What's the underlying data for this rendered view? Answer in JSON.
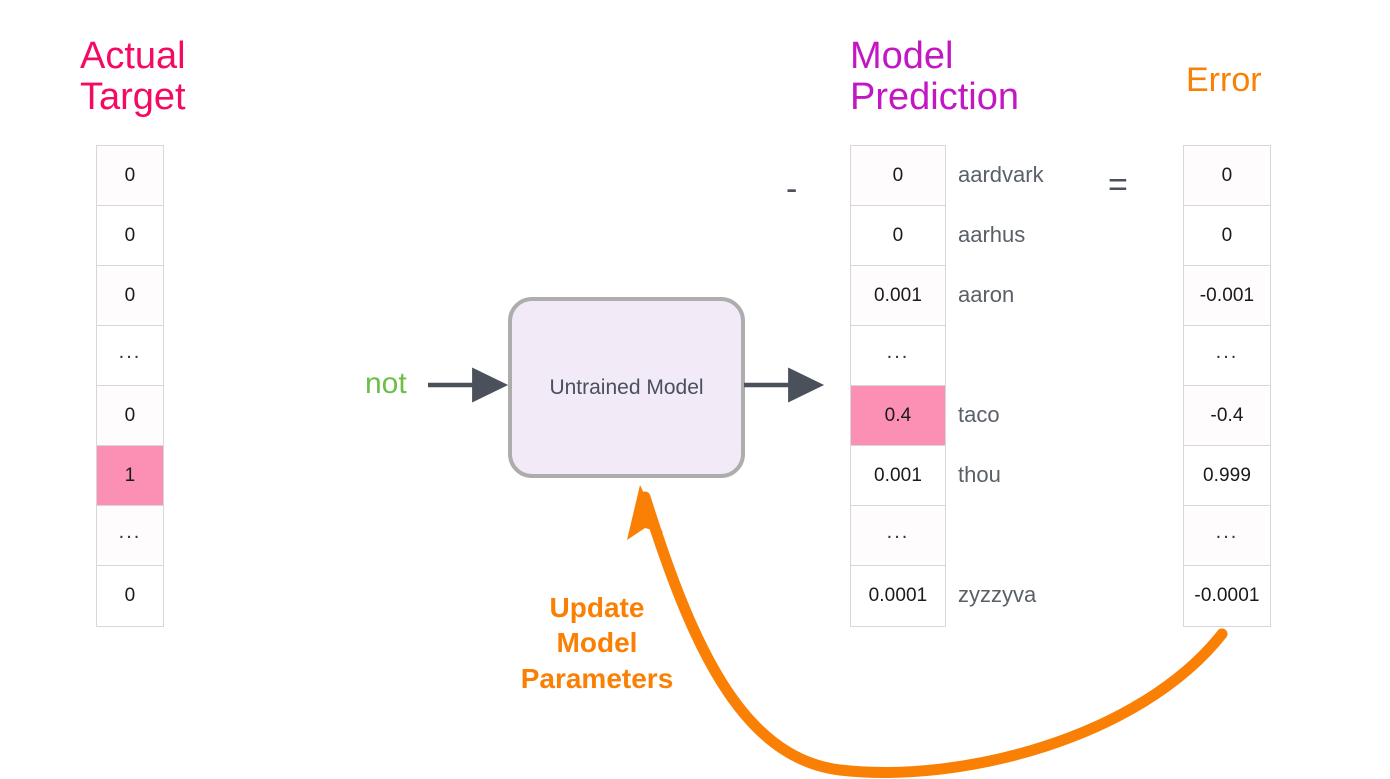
{
  "headers": {
    "actual_target": "Actual\nTarget",
    "model_prediction": "Model\nPrediction",
    "error": "Error"
  },
  "colors": {
    "actual_target": "#F50A63",
    "model_prediction": "#C317C3",
    "error": "#FA8005",
    "highlight_pink": "#FB8FB4",
    "input_word_green": "#6CBE45",
    "arrow_gray": "#4A515B",
    "model_box_fill": "#F2EAF6",
    "model_box_border": "#ADADAD",
    "cell_border": "#D7D7D7"
  },
  "operators": {
    "minus": "-",
    "equals": "="
  },
  "model": {
    "label": "Untrained Model",
    "input_word": "not"
  },
  "update_caption": "Update\nModel\nParameters",
  "chart_data": {
    "type": "table",
    "title": "Untrained model prediction vs actual target and error",
    "row_labels": [
      "aardvark",
      "aarhus",
      "aaron",
      "...",
      "taco",
      "thou",
      "...",
      "zyzzyva"
    ],
    "series": [
      {
        "name": "Actual Target",
        "values": [
          "0",
          "0",
          "0",
          "...",
          "0",
          "1",
          "...",
          "0"
        ]
      },
      {
        "name": "Model Prediction",
        "values": [
          "0",
          "0",
          "0.001",
          "...",
          "0.4",
          "0.001",
          "...",
          "0.0001"
        ]
      },
      {
        "name": "Error",
        "values": [
          "0",
          "0",
          "-0.001",
          "...",
          "-0.4",
          "0.999",
          "...",
          "-0.0001"
        ]
      }
    ],
    "highlighted": {
      "Actual Target": 5,
      "Model Prediction": 4
    }
  },
  "columns": {
    "target": [
      {
        "value": "0",
        "highlight": false,
        "dots": false
      },
      {
        "value": "0",
        "highlight": false,
        "dots": false
      },
      {
        "value": "0",
        "highlight": false,
        "dots": false
      },
      {
        "value": "...",
        "highlight": false,
        "dots": true
      },
      {
        "value": "0",
        "highlight": false,
        "dots": false
      },
      {
        "value": "1",
        "highlight": true,
        "dots": false
      },
      {
        "value": "...",
        "highlight": false,
        "dots": true
      },
      {
        "value": "0",
        "highlight": false,
        "dots": false
      }
    ],
    "prediction": [
      {
        "value": "0",
        "highlight": false,
        "dots": false
      },
      {
        "value": "0",
        "highlight": false,
        "dots": false
      },
      {
        "value": "0.001",
        "highlight": false,
        "dots": false
      },
      {
        "value": "...",
        "highlight": false,
        "dots": true
      },
      {
        "value": "0.4",
        "highlight": true,
        "dots": false
      },
      {
        "value": "0.001",
        "highlight": false,
        "dots": false
      },
      {
        "value": "...",
        "highlight": false,
        "dots": true
      },
      {
        "value": "0.0001",
        "highlight": false,
        "dots": false
      }
    ],
    "error": [
      {
        "value": "0",
        "highlight": false,
        "dots": false
      },
      {
        "value": "0",
        "highlight": false,
        "dots": false
      },
      {
        "value": "-0.001",
        "highlight": false,
        "dots": false
      },
      {
        "value": "...",
        "highlight": false,
        "dots": true
      },
      {
        "value": "-0.4",
        "highlight": false,
        "dots": false
      },
      {
        "value": "0.999",
        "highlight": false,
        "dots": false
      },
      {
        "value": "...",
        "highlight": false,
        "dots": true
      },
      {
        "value": "-0.0001",
        "highlight": false,
        "dots": false
      }
    ],
    "words": [
      "aardvark",
      "aarhus",
      "aaron",
      "",
      "taco",
      "thou",
      "",
      "zyzzyva"
    ]
  }
}
